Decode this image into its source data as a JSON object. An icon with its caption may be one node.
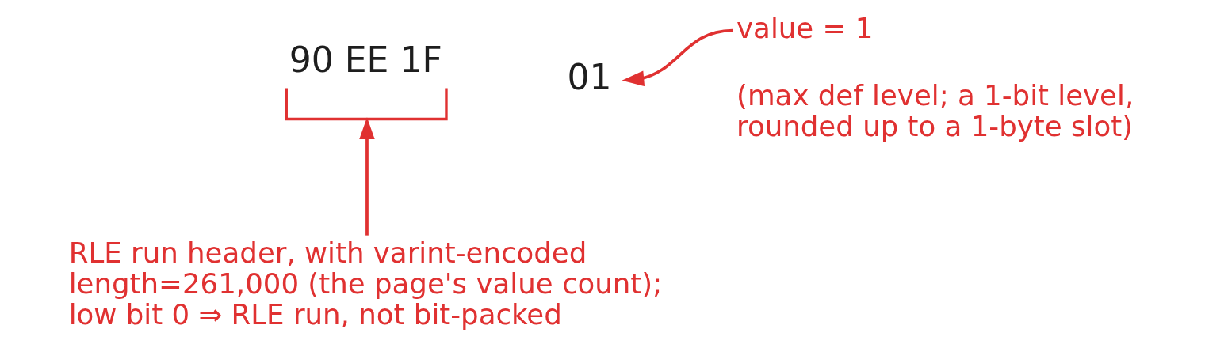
{
  "diagram": {
    "nodes": [
      {
        "text": [
          "90 EE 1F"
        ]
      },
      {
        "text": [
          "01"
        ]
      },
      {
        "text": [
          "value = 1"
        ],
        "beside": [
          "(max def level; a 1-bit level, rounded up to a 1-byte slot)"
        ]
      },
      {
        "text": [
          "RLE run header, with varint-encoded length=261,000 (the page's value count); low bit 0 ⇒ RLE run, not bit-packed"
        ]
      }
    ],
    "edges": [
      {
        "from": 2,
        "to": 1,
        "arrow": "to"
      },
      {
        "from": 3,
        "to": 0,
        "arrow": "to"
      }
    ]
  }
}
